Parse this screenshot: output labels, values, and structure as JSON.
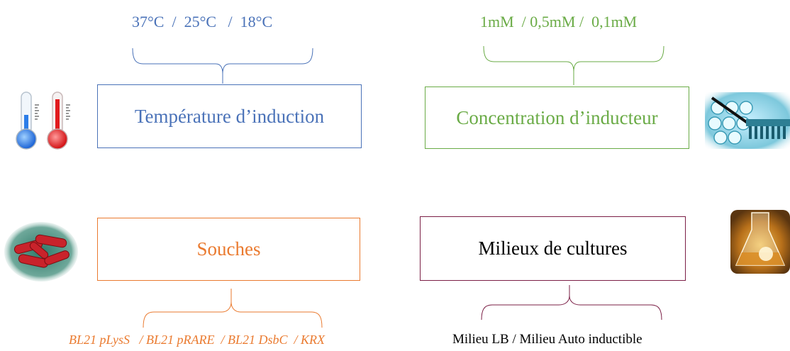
{
  "temperature": {
    "label": "Température d’induction",
    "options": "37°C  /  25°C   /  18°C",
    "color": "#4a72b8"
  },
  "inducer": {
    "label": "Concentration d’inducteur",
    "options": "1mM  / 0,5mM /  0,1mM",
    "color": "#6aab46"
  },
  "strains": {
    "label": "Souches",
    "options": "BL21 pLysS   / BL21 pRARE  / BL21 DsbC  / KRX",
    "color": "#ea7a2f"
  },
  "media": {
    "label": "Milieux de cultures",
    "options": "Milieu LB / Milieu Auto inductible",
    "color": "#7b1f46",
    "options_color": "#000000"
  },
  "icons": {
    "thermometers": "thermometers-icon",
    "plate": "pipette-plate-icon",
    "bacteria": "bacteria-icon",
    "flask": "culture-flask-icon"
  }
}
